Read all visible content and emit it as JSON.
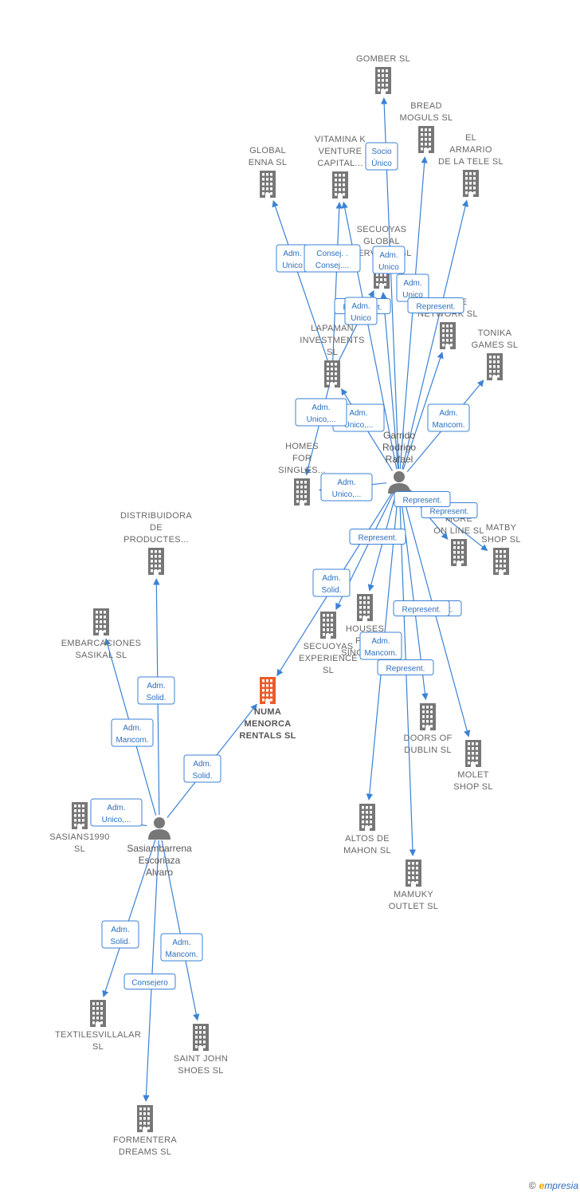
{
  "colors": {
    "edge": "#3b82d4",
    "building": "#777777",
    "focus": "#f05a28",
    "person": "#777777"
  },
  "focus_company": {
    "id": "numa",
    "lines": [
      "NUMA",
      "MENORCA",
      "RENTALS  SL"
    ]
  },
  "persons": [
    {
      "id": "garrido",
      "lines": [
        "Garrido",
        "Rodrigo",
        "Rafael"
      ]
    },
    {
      "id": "sasiambarrena",
      "lines": [
        "Sasiambarrena",
        "Escoriaza",
        "Alvaro"
      ]
    }
  ],
  "companies": [
    {
      "id": "gomber",
      "lines": [
        "GOMBER SL"
      ]
    },
    {
      "id": "bread",
      "lines": [
        "BREAD",
        "MOGULS  SL"
      ]
    },
    {
      "id": "armario",
      "lines": [
        "EL",
        "ARMARIO",
        "DE LA TELE SL"
      ]
    },
    {
      "id": "global_enna",
      "lines": [
        "GLOBAL",
        "ENNA  SL"
      ]
    },
    {
      "id": "vitamina",
      "lines": [
        "VITAMINA K",
        "VENTURE",
        "CAPITAL..."
      ]
    },
    {
      "id": "secuoyas_global",
      "lines": [
        "SECUOYAS",
        "GLOBAL",
        "SERVICES SL"
      ]
    },
    {
      "id": "lapaman",
      "lines": [
        "LAPAMAN",
        "INVESTMENTS",
        "SL"
      ]
    },
    {
      "id": "change",
      "lines": [
        "CHANGE",
        "NETWORK SL"
      ]
    },
    {
      "id": "tonika",
      "lines": [
        "TONIKA",
        "GAMES SL"
      ]
    },
    {
      "id": "homes",
      "lines": [
        "HOMES",
        "FOR",
        "SINGLES..."
      ]
    },
    {
      "id": "online",
      "lines": [
        "MORE",
        "ON LINE SL"
      ]
    },
    {
      "id": "matby",
      "lines": [
        "MATBY",
        "SHOP  SL"
      ]
    },
    {
      "id": "distribuidora",
      "lines": [
        "DISTRIBUIDORA",
        "DE",
        "PRODUCTES..."
      ]
    },
    {
      "id": "embarcaciones",
      "lines": [
        "EMBARCACIONES",
        "SASIKAL  SL"
      ]
    },
    {
      "id": "houses",
      "lines": [
        "HOUSES",
        "FOR",
        "SINGLES..."
      ]
    },
    {
      "id": "secuoyas_exp",
      "lines": [
        "SECUOYAS",
        "EXPERIENCE",
        "SL"
      ]
    },
    {
      "id": "doors",
      "lines": [
        "DOORS OF",
        "DUBLIN SL"
      ]
    },
    {
      "id": "molet",
      "lines": [
        "MOLET",
        "SHOP  SL"
      ]
    },
    {
      "id": "sasians",
      "lines": [
        "SASIANS1990",
        "SL"
      ]
    },
    {
      "id": "altos",
      "lines": [
        "ALTOS DE",
        "MAHON  SL"
      ]
    },
    {
      "id": "mamuky",
      "lines": [
        "MAMUKY",
        "OUTLET SL"
      ]
    },
    {
      "id": "textiles",
      "lines": [
        "TEXTILESVILLALAR",
        "SL"
      ]
    },
    {
      "id": "saintjohn",
      "lines": [
        "SAINT JOHN",
        "SHOES SL"
      ]
    },
    {
      "id": "formentera",
      "lines": [
        "FORMENTERA",
        "DREAMS  SL"
      ]
    }
  ],
  "relations": [
    {
      "from": "garrido",
      "to": "gomber",
      "lines": [
        "Socio",
        "Único"
      ]
    },
    {
      "from": "garrido",
      "to": "bread",
      "lines": []
    },
    {
      "from": "garrido",
      "to": "armario",
      "lines": [
        "Adm.",
        "Unico"
      ]
    },
    {
      "from": "lapaman",
      "to": "global_enna",
      "lines": [
        "Adm.",
        "Unico"
      ]
    },
    {
      "from": "lapaman",
      "to": "vitamina",
      "lines": [
        "Consej. .",
        "Consej...."
      ]
    },
    {
      "from": "garrido",
      "to": "vitamina",
      "lines": [
        "Represent."
      ]
    },
    {
      "from": "garrido",
      "to": "secuoyas_global",
      "lines": [
        "Adm.",
        "Unico"
      ]
    },
    {
      "from": "lapaman",
      "to": "secuoyas_global",
      "lines": [
        "Adm.",
        "Unico"
      ]
    },
    {
      "from": "garrido",
      "to": "change",
      "lines": [
        "Represent."
      ]
    },
    {
      "from": "garrido",
      "to": "lapaman",
      "lines": [
        "Adm.",
        "Unico,..."
      ]
    },
    {
      "from": "garrido",
      "to": "tonika",
      "lines": [
        "Adm.",
        "Mancom."
      ]
    },
    {
      "from": "lapaman",
      "to": "homes",
      "lines": [
        "Adm.",
        "Unico,..."
      ]
    },
    {
      "from": "garrido",
      "to": "homes",
      "lines": [
        "Adm.",
        "Unico,..."
      ]
    },
    {
      "from": "garrido",
      "to": "online",
      "lines": [
        "Represent."
      ]
    },
    {
      "from": "garrido",
      "to": "matby",
      "lines": [
        "Represent."
      ]
    },
    {
      "from": "garrido",
      "to": "houses",
      "lines": [
        "Represent."
      ]
    },
    {
      "from": "garrido",
      "to": "secuoyas_exp",
      "lines": [
        "Adm.",
        "Solid."
      ]
    },
    {
      "from": "garrido",
      "to": "numa",
      "lines": []
    },
    {
      "from": "garrido",
      "to": "doors",
      "lines": [
        "Represent."
      ]
    },
    {
      "from": "garrido",
      "to": "molet",
      "lines": [
        "Represent."
      ]
    },
    {
      "from": "garrido",
      "to": "altos",
      "lines": [
        "Adm.",
        "Mancom."
      ]
    },
    {
      "from": "garrido",
      "to": "mamuky",
      "lines": [
        "Represent."
      ]
    },
    {
      "from": "sasiambarrena",
      "to": "distribuidora",
      "lines": [
        "Adm.",
        "Solid."
      ]
    },
    {
      "from": "sasiambarrena",
      "to": "embarcaciones",
      "lines": [
        "Adm.",
        "Mancom."
      ]
    },
    {
      "from": "sasiambarrena",
      "to": "numa",
      "lines": [
        "Adm.",
        "Solid."
      ]
    },
    {
      "from": "sasiambarrena",
      "to": "sasians",
      "lines": [
        "Adm.",
        "Unico,..."
      ]
    },
    {
      "from": "sasiambarrena",
      "to": "textiles",
      "lines": [
        "Adm.",
        "Solid."
      ]
    },
    {
      "from": "sasiambarrena",
      "to": "saintjohn",
      "lines": [
        "Adm.",
        "Mancom."
      ]
    },
    {
      "from": "sasiambarrena",
      "to": "formentera",
      "lines": [
        "Consejero"
      ]
    }
  ],
  "footer": {
    "copyright": "©",
    "brand_initial": "e",
    "brand_rest": "mpresia"
  }
}
